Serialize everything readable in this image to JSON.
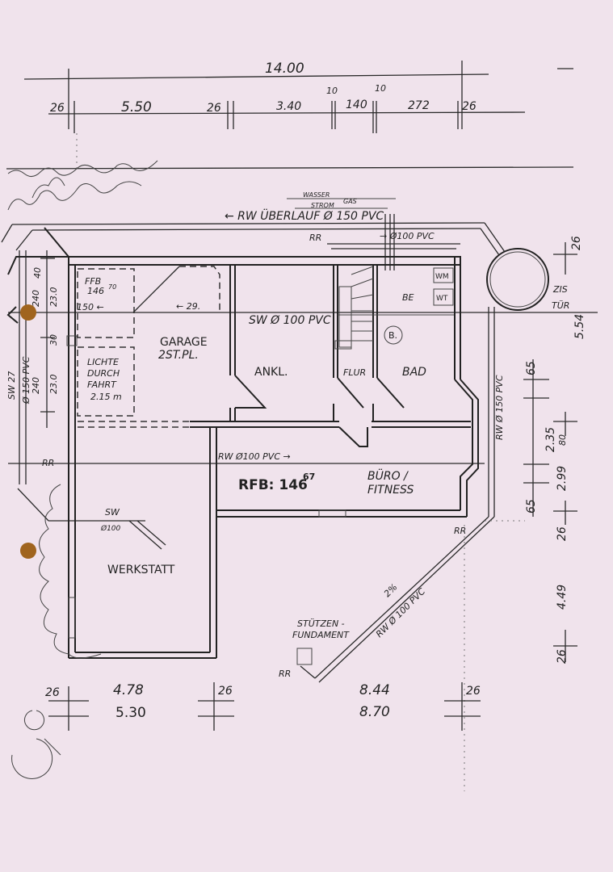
{
  "dimensions": {
    "top_total": "14.00",
    "top_row": [
      "26",
      "5.50",
      "26",
      "3.40",
      "10",
      "140",
      "10",
      "272",
      "26"
    ],
    "right_col": [
      "26",
      "5.54",
      "65",
      "2.35",
      "80",
      "2.99",
      "65",
      "26",
      "4.49",
      "26"
    ],
    "bottom_left": [
      "26",
      "4.78",
      "5.30",
      "26"
    ],
    "bottom_right": [
      "8.44",
      "8.70",
      "26"
    ],
    "left_col": [
      "40",
      "240",
      "23.0",
      "30",
      "240",
      "23.0"
    ]
  },
  "rooms": {
    "garage": "GARAGE",
    "garage_sub": "2ST.PL.",
    "clearance": [
      "LICHTE",
      "DURCH",
      "FAHRT",
      "2.15 m"
    ],
    "ffb": "FFB",
    "ffb_value": "146",
    "ffb_sup": "70",
    "ankl": "ANKL.",
    "flur": "FLUR",
    "bad": "BAD",
    "buero": "BÜRO /",
    "fitness": "FITNESS",
    "werkstatt": "WERKSTATT",
    "rfb": "RFB: 146",
    "rfb_sup": "67",
    "stuetzen": "STÜTZEN -",
    "fundament": "FUNDAMENT",
    "zis": "ZIS",
    "tuer": "TÜR"
  },
  "fixtures": {
    "wm": "WM",
    "wt": "WT",
    "be": "BE",
    "b": "B."
  },
  "pipes": {
    "wasser": "WASSER",
    "gas": "GAS",
    "strom": "STROM",
    "rw_ueberlauf": "← RW ÜBERLAUF Ø 150 PVC",
    "pvc100_top": "→ Ø100 PVC",
    "sw100": "SW Ø 100 PVC",
    "slope_150": "150 ←",
    "slope_29": "← 29.",
    "rw100_mid": "RW Ø100 PVC →",
    "rw150_right": "RW Ø 150 PVC",
    "rw150_left": "Ø 150 PVC",
    "sw_left": "SW 27",
    "sw_small": "SW",
    "sw_small_dia": "Ø100",
    "rw100_diag": "RW Ø 100 PVC",
    "slope_2": "2%",
    "rr": "RR"
  },
  "colors": {
    "paper": "#f0e3ec",
    "ink": "#222222",
    "punch_hole": "#a0641e"
  }
}
